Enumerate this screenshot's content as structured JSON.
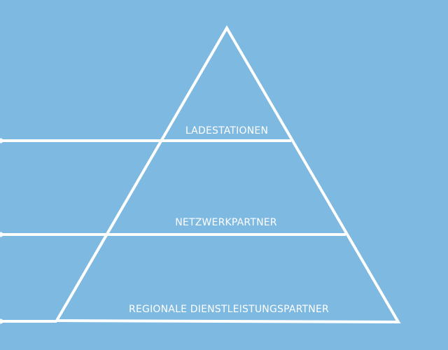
{
  "colors": {
    "background": "#7db9e0",
    "line": "#ffffff",
    "text": "#ffffff"
  },
  "pyramid": {
    "tiers": [
      {
        "label": "LADESTATIONEN"
      },
      {
        "label": "NETZWERKPARTNER"
      },
      {
        "label": "REGIONALE DIENSTLEISTUNGSPARTNER"
      }
    ]
  }
}
